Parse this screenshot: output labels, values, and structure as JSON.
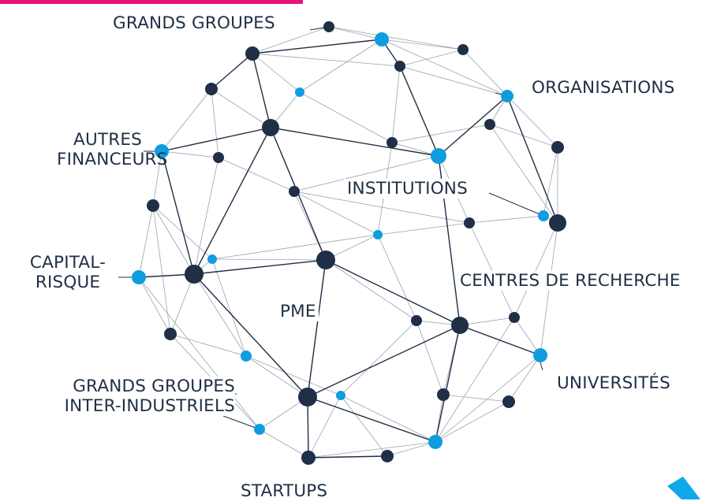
{
  "colors": {
    "dark_node": "#1f2f45",
    "blue_node": "#0f9de0",
    "accent_pink": "#e8137a",
    "accent_blue": "#12a6ea",
    "edge_strong": "#1f2f45",
    "edge_light": "#9aa3ad"
  },
  "labels": {
    "grands_groupes": "GRANDS GROUPES",
    "organisations": "ORGANISATIONS",
    "autres_financeurs": [
      "AUTRES",
      "FINANCEURS"
    ],
    "institutions": "INSTITUTIONS",
    "capital_risque": [
      "CAPITAL-",
      "RISQUE"
    ],
    "centres_de_recherche": "CENTRES DE RECHERCHE",
    "pme": "PME",
    "universites": "UNIVERSITÉS",
    "grands_groupes_inter": [
      "GRANDS GROUPES",
      "INTER-INDUSTRIELS"
    ],
    "startups": "STARTUPS"
  }
}
